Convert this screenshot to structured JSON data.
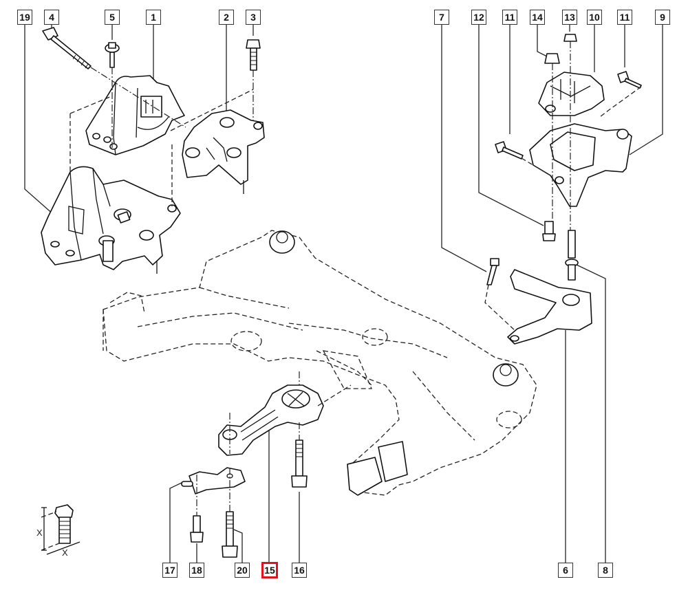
{
  "diagram": {
    "title": "Engine / gearbox mounting exploded view",
    "highlight_color": "#e0121b",
    "highlighted_part": "15",
    "callouts": [
      {
        "id": "19",
        "label": "19",
        "highlighted": false
      },
      {
        "id": "4",
        "label": "4",
        "highlighted": false
      },
      {
        "id": "5",
        "label": "5",
        "highlighted": false
      },
      {
        "id": "1",
        "label": "1",
        "highlighted": false
      },
      {
        "id": "2",
        "label": "2",
        "highlighted": false
      },
      {
        "id": "3",
        "label": "3",
        "highlighted": false
      },
      {
        "id": "7",
        "label": "7",
        "highlighted": false
      },
      {
        "id": "12",
        "label": "12",
        "highlighted": false
      },
      {
        "id": "11a",
        "label": "11",
        "highlighted": false
      },
      {
        "id": "14",
        "label": "14",
        "highlighted": false
      },
      {
        "id": "13",
        "label": "13",
        "highlighted": false
      },
      {
        "id": "10",
        "label": "10",
        "highlighted": false
      },
      {
        "id": "11b",
        "label": "11",
        "highlighted": false
      },
      {
        "id": "9",
        "label": "9",
        "highlighted": false
      },
      {
        "id": "17",
        "label": "17",
        "highlighted": false
      },
      {
        "id": "18",
        "label": "18",
        "highlighted": false
      },
      {
        "id": "20",
        "label": "20",
        "highlighted": false
      },
      {
        "id": "15",
        "label": "15",
        "highlighted": true
      },
      {
        "id": "16",
        "label": "16",
        "highlighted": false
      },
      {
        "id": "6",
        "label": "6",
        "highlighted": false
      },
      {
        "id": "8",
        "label": "8",
        "highlighted": false
      }
    ],
    "dimension_key": {
      "length_label": "X",
      "diameter_label": "X"
    }
  }
}
